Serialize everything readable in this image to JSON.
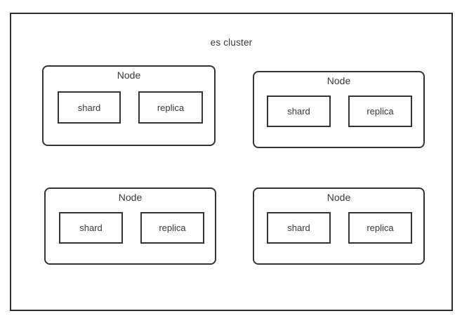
{
  "diagram": {
    "title": "es cluster",
    "nodes": [
      {
        "label": "Node",
        "children": [
          {
            "label": "shard"
          },
          {
            "label": "replica"
          }
        ]
      },
      {
        "label": "Node",
        "children": [
          {
            "label": "shard"
          },
          {
            "label": "replica"
          }
        ]
      },
      {
        "label": "Node",
        "children": [
          {
            "label": "shard"
          },
          {
            "label": "replica"
          }
        ]
      },
      {
        "label": "Node",
        "children": [
          {
            "label": "shard"
          },
          {
            "label": "replica"
          }
        ]
      }
    ],
    "colors": {
      "border": "#333333",
      "text": "#383838",
      "background": "#ffffff"
    }
  }
}
